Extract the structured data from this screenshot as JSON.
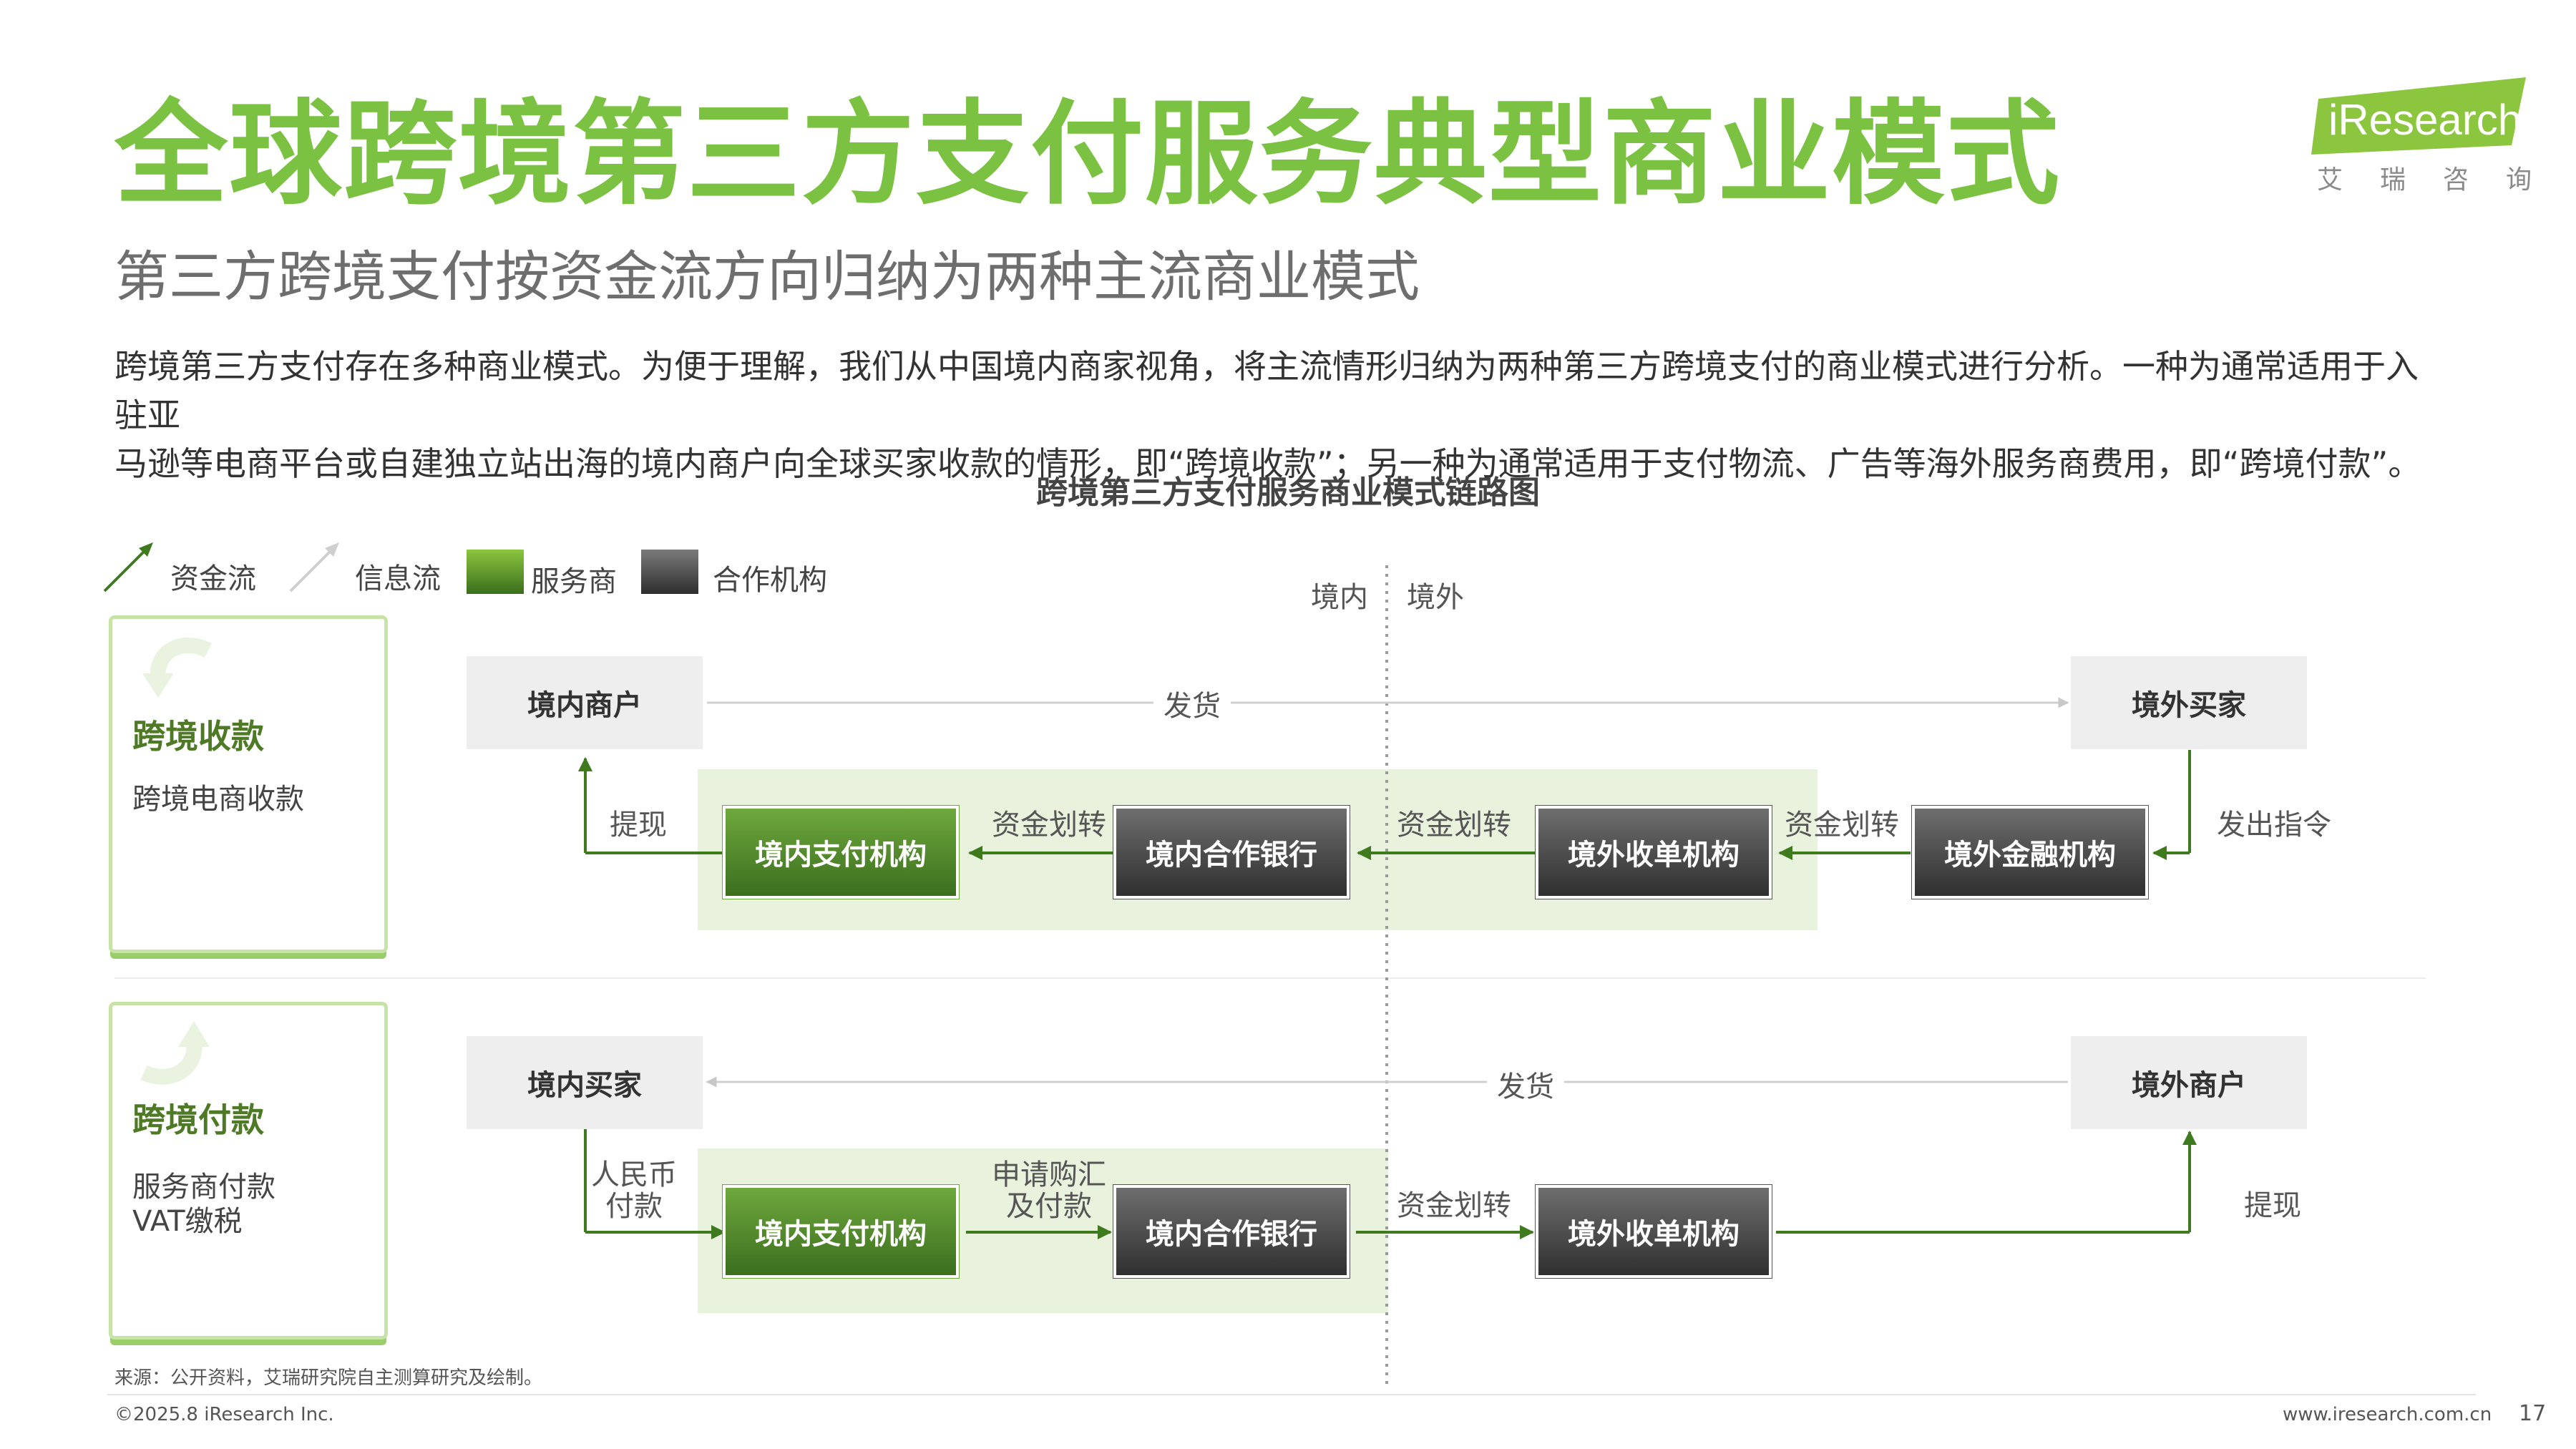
{
  "header": {
    "title": "全球跨境第三方支付服务典型商业模式",
    "subtitle": "第三方跨境支付按资金流方向归纳为两种主流商业模式",
    "logo_text": "iResearch",
    "logo_cn": [
      "艾",
      "瑞",
      "咨",
      "询"
    ]
  },
  "intro": {
    "line1": "跨境第三方支付存在多种商业模式。为便于理解，我们从中国境内商家视角，将主流情形归纳为两种第三方跨境支付的商业模式进行分析。一种为通常适用于入驻亚",
    "line2": "马逊等电商平台或自建独立站出海的境内商户向全球买家收款的情形，即“跨境收款”；另一种为通常适用于支付物流、广告等海外服务商费用，即“跨境付款”。"
  },
  "diagram": {
    "title": "跨境第三方支付服务商业模式链路图",
    "legend": {
      "money_flow": "资金流",
      "info_flow": "信息流",
      "service_provider": "服务商",
      "partner": "合作机构"
    },
    "border_labels": {
      "domestic": "境内",
      "overseas": "境外"
    },
    "collection": {
      "title": "跨境收款",
      "subtitle": "跨境电商收款",
      "top_left": "境内商户",
      "top_right": "境外买家",
      "ship": "发货",
      "withdraw": "提现",
      "instruct": "发出指令",
      "transfer1": "资金划转",
      "transfer2": "资金划转",
      "transfer3": "资金划转",
      "box1": "境内支付机构",
      "box2": "境内合作银行",
      "box3": "境外收单机构",
      "box4": "境外金融机构"
    },
    "payment": {
      "title": "跨境付款",
      "subtitle_1": "服务商付款",
      "subtitle_2": "VAT缴税",
      "top_left": "境内买家",
      "top_right": "境外商户",
      "ship": "发货",
      "rmb_1": "人民币",
      "rmb_2": "付款",
      "apply_1": "申请购汇",
      "apply_2": "及付款",
      "transfer": "资金划转",
      "withdraw": "提现",
      "box1": "境内支付机构",
      "box2": "境内合作银行",
      "box3": "境外收单机构"
    },
    "colors": {
      "money": "#3f7a1e",
      "info": "#cfcfcf",
      "green_title": "#7cc242"
    }
  },
  "footer": {
    "source": "来源：公开资料，艾瑞研究院自主测算研究及绘制。",
    "copyright": "©2025.8 iResearch Inc.",
    "url": "www.iresearch.com.cn",
    "page": "17"
  }
}
